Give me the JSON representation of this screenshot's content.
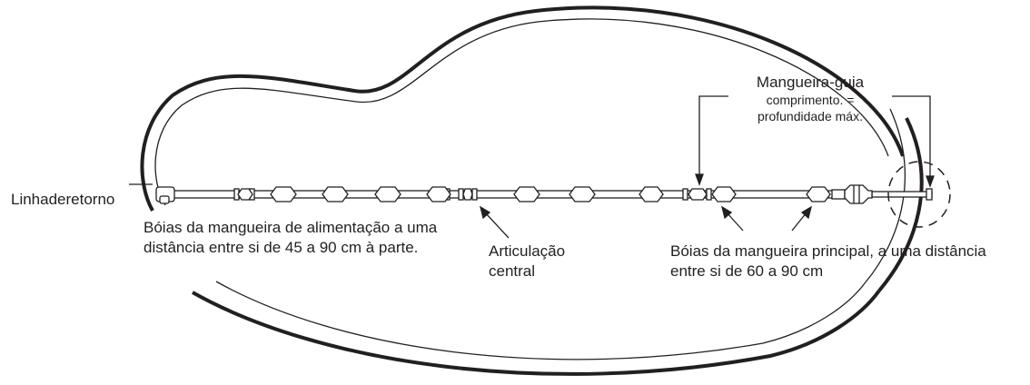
{
  "labels": {
    "return_line": "Linhaderetorno",
    "leader_hose_title": "Mangueira-guia",
    "leader_hose_line2": "comprimento. =",
    "leader_hose_line3": "profundidade máx.",
    "feed_floats_line1": "Bóias da mangueira de alimentação a uma",
    "feed_floats_line2": "distância entre si de 45 a 90 cm à parte.",
    "central_joint_line1": "Articulação",
    "central_joint_line2": "central",
    "main_floats_line1": "Bóias da mangueira principal, a uma distância",
    "main_floats_line2": "entre si de 60 a 90 cm"
  },
  "colors": {
    "ink": "#231f20",
    "background": "#ffffff"
  }
}
